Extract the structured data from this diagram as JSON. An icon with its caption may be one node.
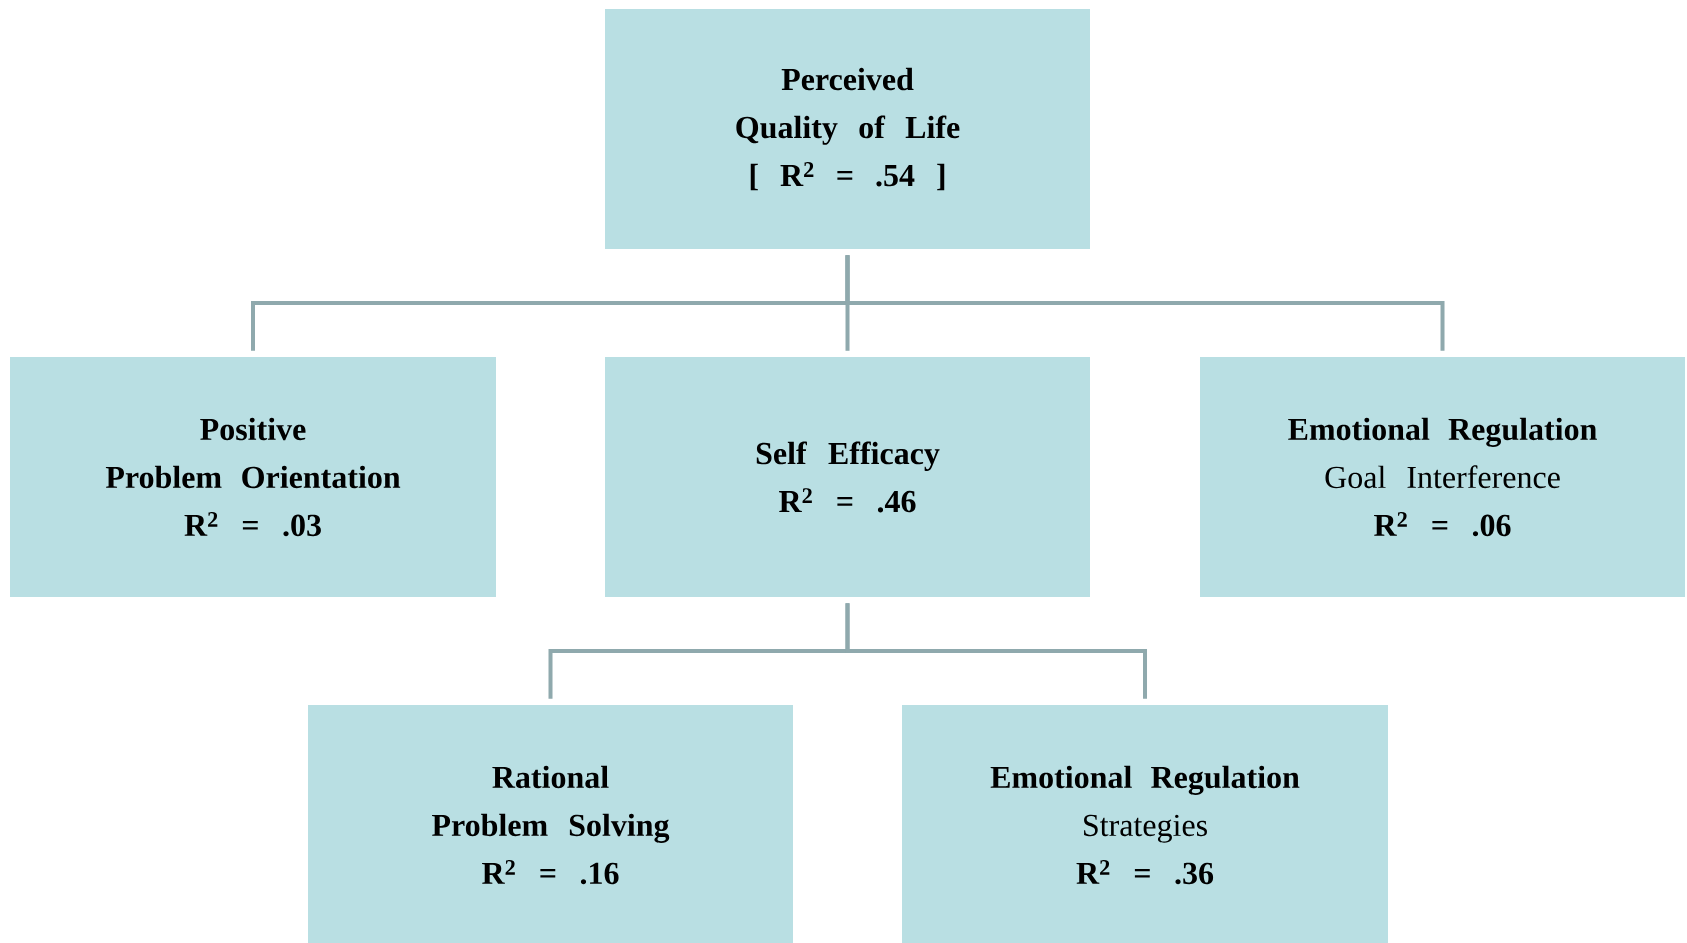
{
  "diagram": {
    "nodes": [
      {
        "text": [
          "Perceived Quality of Life",
          "[ R$^{2}$ = .54 ]"
        ]
      },
      {
        "text": [
          "Positive Problem Orientation",
          "R$^{2}$ = .03"
        ]
      },
      {
        "text": [
          "Self Efficacy",
          "R$^{2}$ = .46"
        ]
      },
      {
        "text": [
          "Emotional Regulation",
          "Goal Interference",
          "R$^{2}$ = .06"
        ]
      },
      {
        "text": [
          "Rational Problem Solving",
          "R$^{2}$ = .16"
        ]
      },
      {
        "text": [
          "Emotional Regulation",
          "Strategies",
          "R$^{2}$ = .36"
        ]
      }
    ],
    "edges": [
      {
        "from": 0,
        "to": 1,
        "arrow": "none"
      },
      {
        "from": 0,
        "to": 2,
        "arrow": "none"
      },
      {
        "from": 0,
        "to": 3,
        "arrow": "none"
      },
      {
        "from": 2,
        "to": 4,
        "arrow": "none"
      },
      {
        "from": 2,
        "to": 5,
        "arrow": "none"
      }
    ]
  }
}
